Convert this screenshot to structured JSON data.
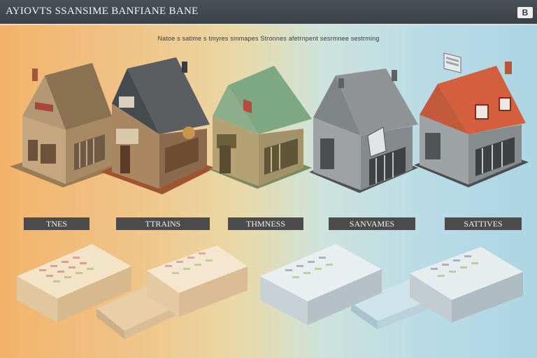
{
  "header": {
    "title": "AYIOVTS SSANSIME BANFIANE BANE",
    "corner_badge": "B"
  },
  "subtitle": "Natoe s satime s tmyres smmapes Stronnes afetrnpent sesrmnee sestrming",
  "labels": [
    "TNES",
    "TTRAINS",
    "THMNESS",
    "SANVAMES",
    "SATTIVES"
  ],
  "colors": {
    "titlebar": "#3f464a",
    "label_bg": "#4b4b4b",
    "roof_brown": "#8a7152",
    "roof_dark": "#5b5d60",
    "roof_green": "#7ea882",
    "roof_gray": "#8f9396",
    "roof_red": "#d35f3e"
  },
  "icons": [
    "house-icon",
    "document-stack-icon",
    "sign-icon"
  ]
}
